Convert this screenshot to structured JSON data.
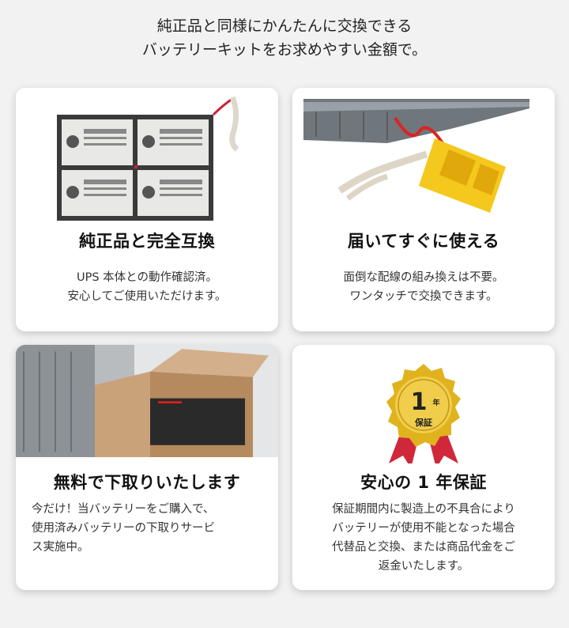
{
  "headline": {
    "line1": "純正品と同様にかんたんに交換できる",
    "line2": "バッテリーキットをお求めやすい金額で。"
  },
  "cards": [
    {
      "title": "純正品と完全互換",
      "lines": [
        "UPS 本体との動作確認済。",
        "安心してご使用いただけます。"
      ],
      "icon": "battery-pack-image"
    },
    {
      "title": "届いてすぐに使える",
      "lines": [
        "面倒な配線の組み換えは不要。",
        "ワンタッチで交換できます。"
      ],
      "icon": "connector-image"
    },
    {
      "title": "無料で下取りいたします",
      "lines": [
        "今だけ！当バッテリーをご購入で、",
        "使用済みバッテリーの下取りサービ",
        "ス実施中。"
      ],
      "icon": "box-image"
    },
    {
      "title": "安心の 1 年保証",
      "lines": [
        "保証期間内に製造上の不具合により",
        "バッテリーが使用不能となった場合",
        "代替品と交換、または商品代金をご",
        "返金いたします。"
      ],
      "icon": "warranty-badge-image",
      "badge": {
        "number": "1",
        "unit": "年",
        "label": "保証"
      }
    }
  ],
  "colors": {
    "gold": "#e0b21e",
    "ribbon": "#d0283a",
    "yellow": "#f4c81c"
  }
}
